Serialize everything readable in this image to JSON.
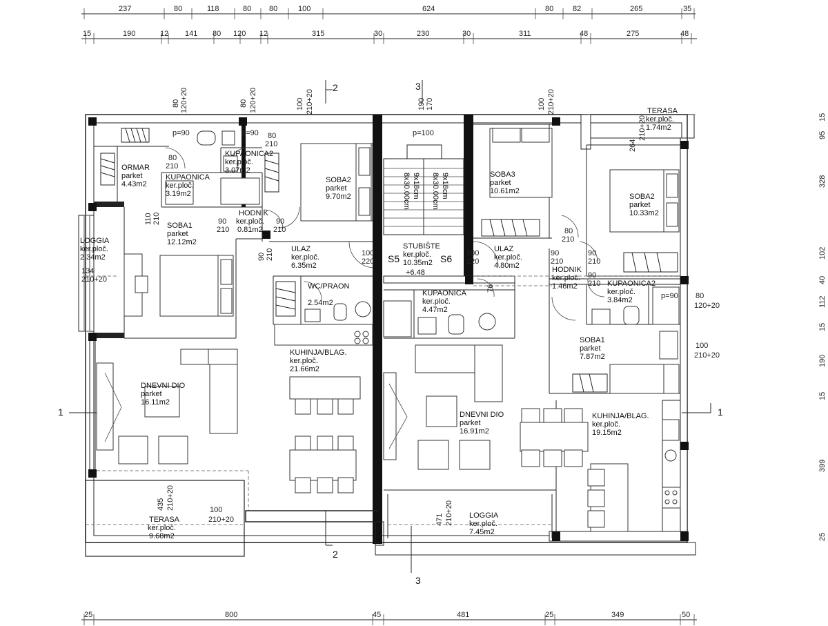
{
  "dimensions": {
    "top_row1": [
      "237",
      "80",
      "118",
      "80",
      "80",
      "100",
      "624",
      "80",
      "82",
      "265",
      "35"
    ],
    "top_row2": [
      "15",
      "190",
      "12",
      "141",
      "80",
      "120",
      "12",
      "315",
      "30",
      "230",
      "30",
      "311",
      "48",
      "275",
      "48"
    ],
    "right_col": [
      "15",
      "95",
      "328",
      "102",
      "40",
      "112",
      "15",
      "190",
      "15",
      "399",
      "25"
    ],
    "bottom_row": [
      "25",
      "800",
      "45",
      "481",
      "25",
      "349",
      "50"
    ]
  },
  "openings": {
    "w1": "80",
    "w1b": "120+20",
    "w2": "80",
    "w2b": "120+20",
    "w3": "100",
    "w3b": "210+20",
    "w4": "190",
    "w4b": "170",
    "w5": "100",
    "w5b": "210+20",
    "w6": "100",
    "w6b": "210+20",
    "d_kup2": "80",
    "d_kup2b": "210",
    "d_ormar": "80",
    "d_ormar_b": "210",
    "d_soba1": "110",
    "d_soba1b": "210",
    "d_h1": "90",
    "d_h1b": "210",
    "d_h2": "90",
    "d_h2b": "210",
    "d_h3": "90",
    "d_h3b": "210",
    "d_loggia": "134",
    "d_loggia_b": "210+20",
    "d_s5": "100",
    "d_s5b": "220",
    "d_s6": "100",
    "d_s6b": "220",
    "d_r1": "90",
    "d_r1b": "210",
    "d_r2": "90",
    "d_r2b": "210",
    "d_r3": "90",
    "d_r3b": "210",
    "d_r4": "80",
    "d_r4b": "210",
    "d_kup_r": "80",
    "d_kup_rb": "120+20",
    "d_soba1r": "100",
    "d_soba1rb": "210+20",
    "d_terasa": "100",
    "d_terasab": "210+20",
    "d_terasa2": "435",
    "d_terasa2b": "210+20",
    "d_loggia2": "471",
    "d_loggia2b": "210+20",
    "d_terasa_top": "264",
    "d_terasa_topb": "210+20",
    "d_kup1": "76",
    "p90a": "p=90",
    "p90b": "p=90",
    "p100": "p=100",
    "p90c": "p=90"
  },
  "stairs": {
    "left": "9x18cm",
    "left2": "8x30.00cm",
    "right": "9x18cm",
    "right2": "8x30.00cm"
  },
  "rooms": {
    "ormar": [
      "ORMAR",
      "parket",
      "4.43m2"
    ],
    "kupaonica_a": [
      "KUPAONICA",
      "ker.ploč.",
      "3.19m2"
    ],
    "kupaonica2_a": [
      "KUPAONICA2",
      "ker.ploč.",
      "3.07m2"
    ],
    "soba2_a": [
      "SOBA2",
      "parket",
      "9.70m2"
    ],
    "hodnik_a": [
      "HODNIK",
      "ker.ploč.",
      "0.81m2"
    ],
    "soba1_a": [
      "SOBA1",
      "parket",
      "12.12m2"
    ],
    "loggia_a": [
      "LOGGIA",
      "ker.ploč.",
      "2.34m2"
    ],
    "ulaz_a": [
      "ULAZ",
      "ker.ploč.",
      "6.35m2"
    ],
    "wc_praon": [
      "WC/PRAON",
      "2.54m2"
    ],
    "kuhinja_a": [
      "KUHINJA/BLAG.",
      "ker.ploč.",
      "21.66m2"
    ],
    "dnevni_a": [
      "DNEVNI DIO",
      "parket",
      "16.11m2"
    ],
    "terasa_a": [
      "TERASA",
      "ker.ploč.",
      "9.68m2"
    ],
    "stubiste": [
      "STUBIŠTE",
      "ker.ploč.",
      "10.35m2",
      "+6.48"
    ],
    "s5": "S5",
    "s6": "S6",
    "soba3_b": [
      "SOBA3",
      "parket",
      "10.61m2"
    ],
    "soba2_b": [
      "SOBA2",
      "parket",
      "10.33m2"
    ],
    "terasa_top": [
      "TERASA",
      "ker.ploč.",
      "1.74m2"
    ],
    "ulaz_b": [
      "ULAZ",
      "ker.ploč.",
      "4.80m2"
    ],
    "hodnik_b": [
      "HODNIK",
      "ker.ploč.",
      "1.46m2"
    ],
    "kupaonica2_b": [
      "KUPAONICA2",
      "ker.ploč.",
      "3.84m2"
    ],
    "kupaonica_b": [
      "KUPAONICA",
      "ker.ploč.",
      "4.47m2"
    ],
    "soba1_b": [
      "SOBA1",
      "parket",
      "7.87m2"
    ],
    "dnevni_b": [
      "DNEVNI DIO",
      "parket",
      "16.91m2"
    ],
    "kuhinja_b": [
      "KUHINJA/BLAG.",
      "ker.ploč.",
      "19.15m2"
    ],
    "loggia_b": [
      "LOGGIA",
      "ker.ploč.",
      "7.45m2"
    ]
  },
  "sections": {
    "s1_left": "1",
    "s1_right": "1",
    "s2_top": "2",
    "s2_bottom": "2",
    "s3_top": "3",
    "s3_bottom": "3"
  }
}
